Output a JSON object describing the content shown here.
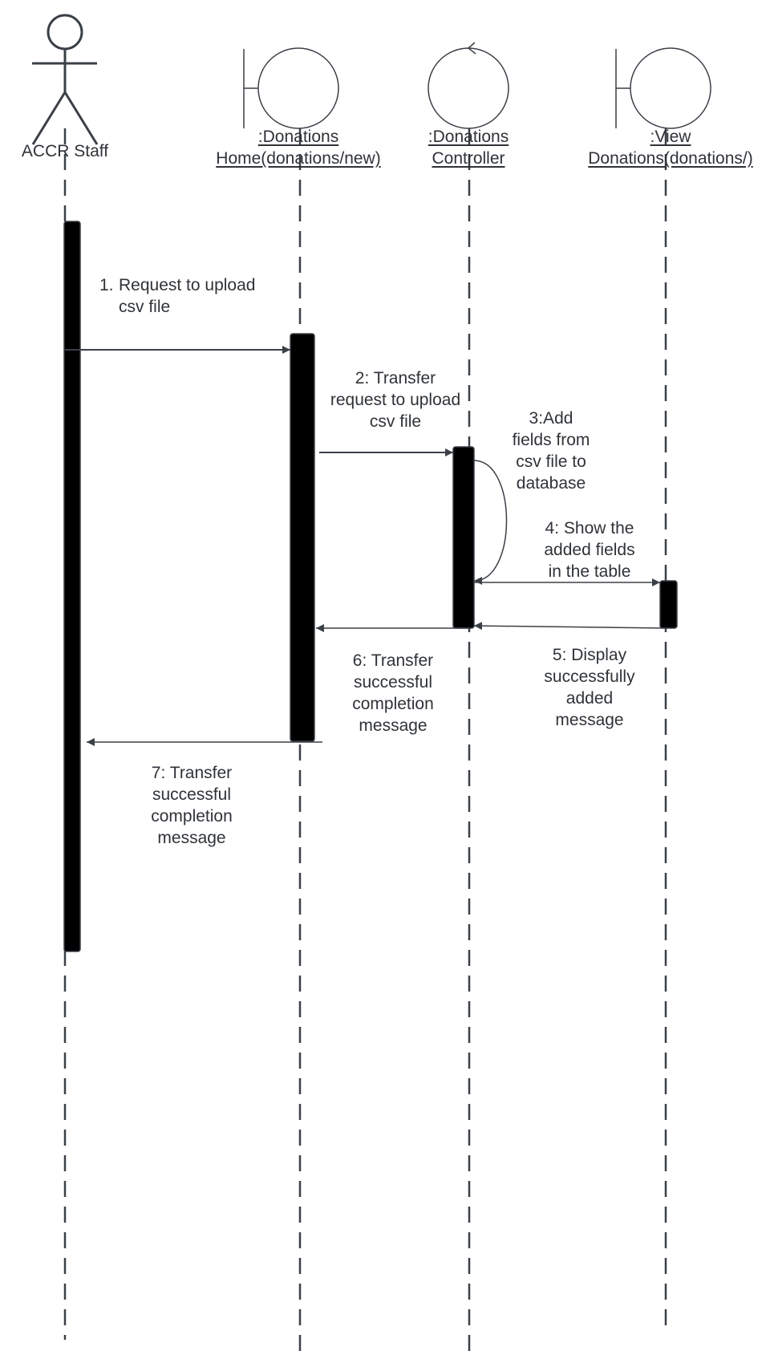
{
  "participants": {
    "staff": {
      "name": "ACCR Staff"
    },
    "home": {
      "line1": ":Donations",
      "line2": "Home(donations/new)"
    },
    "controller": {
      "line1": ":Donations",
      "line2": "Controller"
    },
    "view": {
      "line1": ":View",
      "line2": "Donations(donations/)"
    }
  },
  "messages": {
    "m1": {
      "number": "1.",
      "line1": "Request to upload",
      "line2": "csv file"
    },
    "m2": {
      "line1": "2: Transfer",
      "line2": "request to upload",
      "line3": "csv file"
    },
    "m3": {
      "line1": "3:Add",
      "line2": "fields from",
      "line3": "csv file to",
      "line4": "database"
    },
    "m4": {
      "line1": "4: Show the",
      "line2": "added fields",
      "line3": "in the table"
    },
    "m5": {
      "line1": "5: Display",
      "line2": "successfully",
      "line3": "added",
      "line4": "message"
    },
    "m6": {
      "line1": "6: Transfer",
      "line2": "successful",
      "line3": "completion",
      "line4": "message"
    },
    "m7": {
      "line1": "7: Transfer",
      "line2": "successful",
      "line3": "completion",
      "line4": "message"
    }
  },
  "colors": {
    "line": "#3b4047",
    "text": "#2f3338",
    "activation": "#000000"
  }
}
